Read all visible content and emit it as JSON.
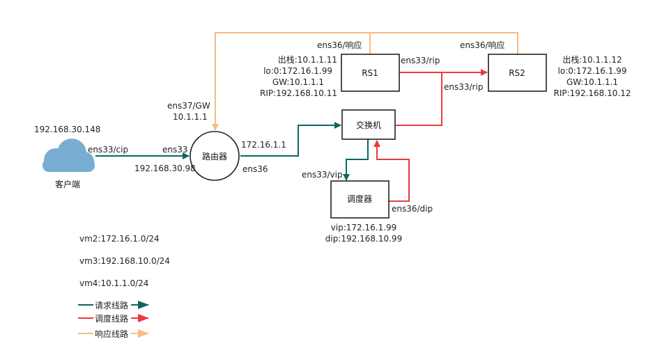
{
  "colors": {
    "request": "#0d6660",
    "dispatch": "#ec3a3a",
    "response": "#f7bc82",
    "cloud": "#79aed3"
  },
  "nodes": {
    "client": "客户端",
    "router": "路由器",
    "switch": "交换机",
    "rs1": "RS1",
    "rs2": "RS2",
    "director": "调度器"
  },
  "labels": {
    "client_ip": "192.168.30.148",
    "client_iface": "ens33/cip",
    "router_ens33": "ens33",
    "router_ens33_ip": "192.168.30.98",
    "router_ens37": "ens37/GW",
    "router_ens37_ip": "10.1.1.1",
    "router_ens36_ip": "172.16.1.1",
    "router_ens36": "ens36",
    "rs1_resp": "ens36/响应",
    "rs2_resp": "ens36/响应",
    "rs1_rip_iface": "ens33/rip",
    "rs2_rip_iface": "ens33/rip",
    "director_vip_iface": "ens33/vip",
    "director_dip_iface": "ens36/dip"
  },
  "rs1_info": [
    "出栈:10.1.1.11",
    "lo:0:172.16.1.99",
    "GW:10.1.1.1",
    "RIP:192.168.10.11"
  ],
  "rs2_info": [
    "出栈:10.1.1.12",
    "lo:0:172.16.1.99",
    "GW:10.1.1.1",
    "RIP:192.168.10.12"
  ],
  "director_info": [
    "vip:172.16.1.99",
    "dip:192.168.10.99"
  ],
  "networks": [
    "vm2:172.16.1.0/24",
    "vm3:192.168.10.0/24",
    "vm4:10.1.1.0/24"
  ],
  "legend": {
    "request": "请求线路",
    "dispatch": "调度线路",
    "response": "响应线路"
  }
}
